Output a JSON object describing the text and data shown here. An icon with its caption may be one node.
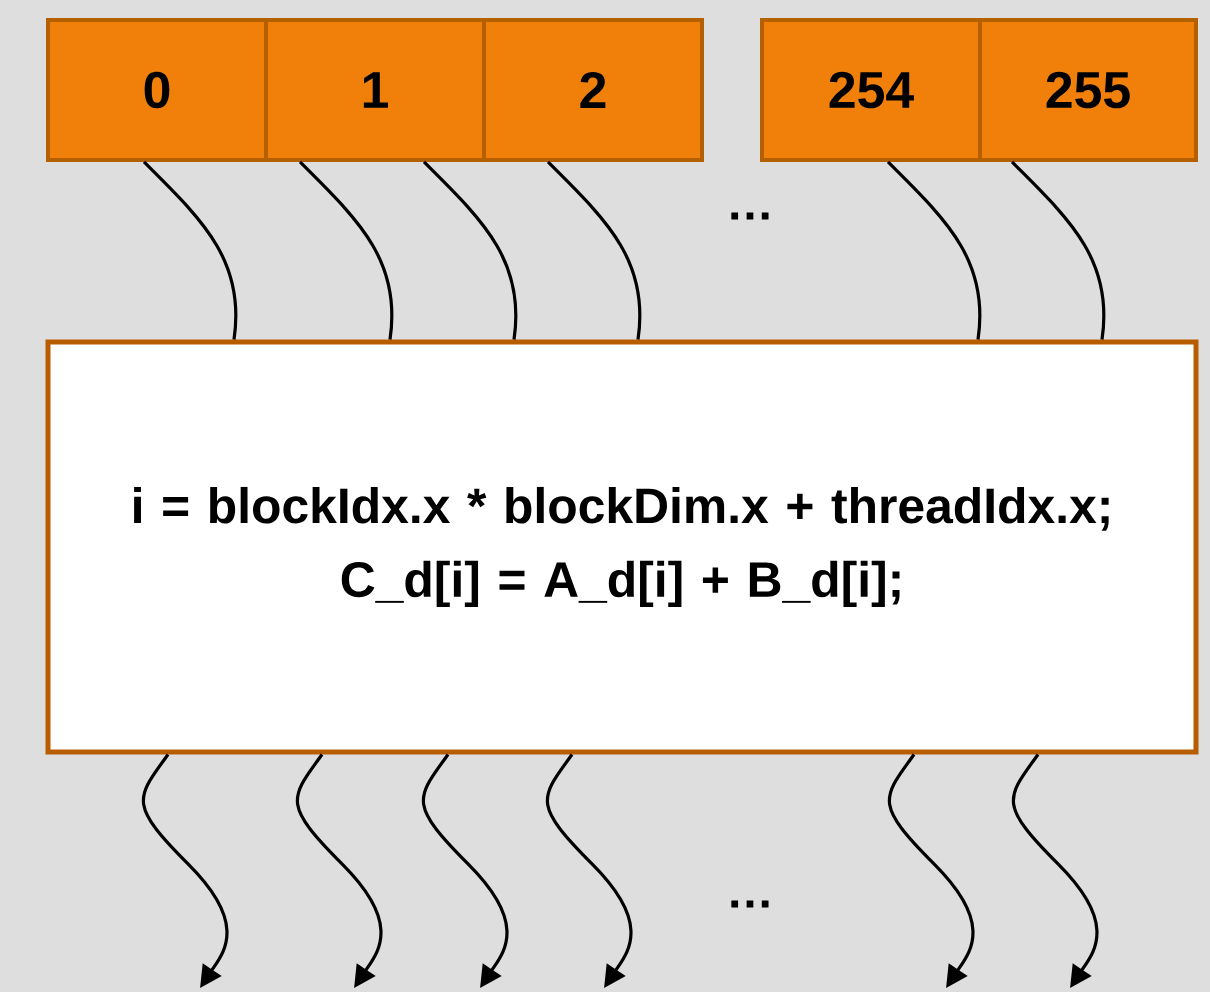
{
  "diagram": {
    "nodes": [
      {
        "text": [
          "0"
        ]
      },
      {
        "text": [
          "1"
        ]
      },
      {
        "text": [
          "2"
        ]
      },
      {
        "text": [
          "254"
        ]
      },
      {
        "text": [
          "255"
        ]
      },
      {
        "text": [
          "i = blockIdx.x * blockDim.x + threadIdx.x;",
          "C_d[i] = A_d[i] + B_d[i];"
        ]
      }
    ],
    "edges": [
      {
        "from": 0,
        "to": 5,
        "arrow": "none"
      },
      {
        "from": 1,
        "to": 5,
        "arrow": "none"
      },
      {
        "from": 1,
        "to": 5,
        "arrow": "none"
      },
      {
        "from": 2,
        "to": 5,
        "arrow": "none"
      },
      {
        "from": 3,
        "to": 5,
        "arrow": "none"
      },
      {
        "from": 4,
        "to": 5,
        "arrow": "none"
      },
      {
        "from": 5,
        "to": null,
        "arrow": "to"
      },
      {
        "from": 5,
        "to": null,
        "arrow": "to"
      },
      {
        "from": 5,
        "to": null,
        "arrow": "to"
      },
      {
        "from": 5,
        "to": null,
        "arrow": "to"
      },
      {
        "from": 5,
        "to": null,
        "arrow": "to"
      },
      {
        "from": 5,
        "to": null,
        "arrow": "to"
      }
    ],
    "labels": [
      "…",
      "…"
    ]
  }
}
